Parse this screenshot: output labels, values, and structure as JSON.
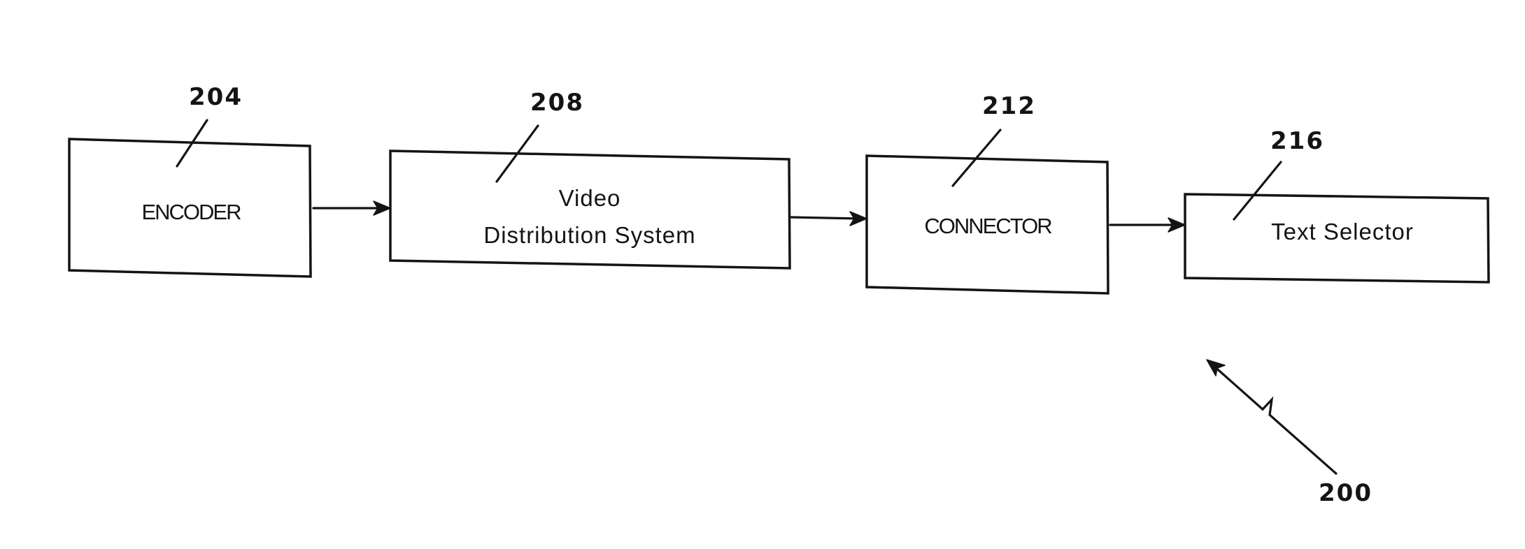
{
  "figure": {
    "system_ref": "200",
    "blocks": [
      {
        "ref": "204",
        "lines": [
          "ENCODER"
        ]
      },
      {
        "ref": "208",
        "lines": [
          "Video",
          "Distribution System"
        ]
      },
      {
        "ref": "212",
        "lines": [
          "CONNECTOR"
        ]
      },
      {
        "ref": "216",
        "lines": [
          "Text Selector"
        ]
      }
    ],
    "connections": [
      {
        "from": "204",
        "to": "208"
      },
      {
        "from": "208",
        "to": "212"
      },
      {
        "from": "212",
        "to": "216"
      }
    ]
  }
}
